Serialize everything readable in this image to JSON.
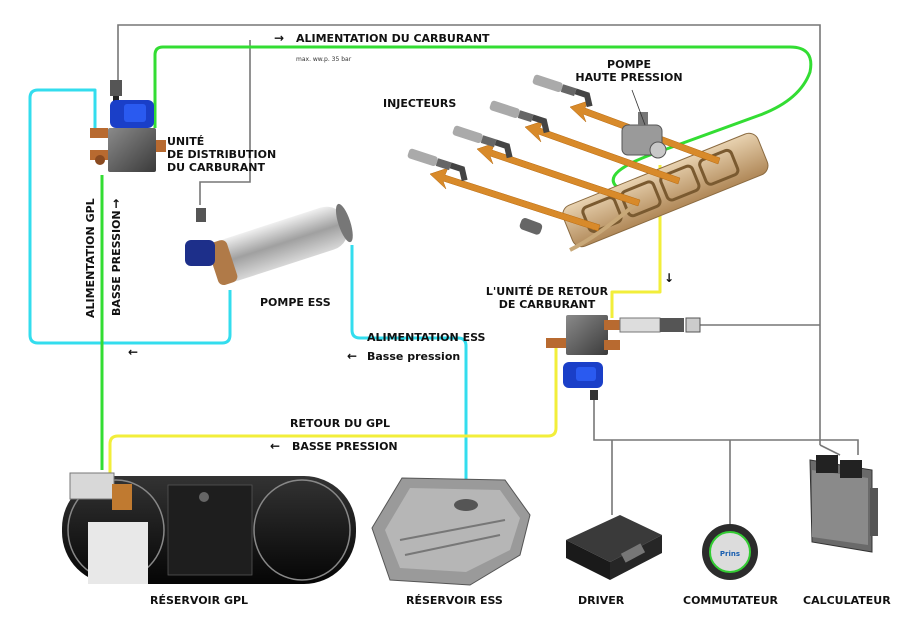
{
  "labels": {
    "alimentation_carburant": "ALIMENTATION DU CARBURANT",
    "max_pressure": "max. ww.p. 35 bar",
    "pompe_hp_line1": "POMPE",
    "pompe_hp_line2": "HAUTE PRESSION",
    "injecteurs": "INJECTEURS",
    "unite_distrib_line1": "UNITÉ",
    "unite_distrib_line2": "DE DISTRIBUTION",
    "unite_distrib_line3": "DU CARBURANT",
    "pompe_ess": "POMPE ESS",
    "alim_gpl": "ALIMENTATION GPL",
    "basse_pression_caps": "BASSE PRESSION",
    "unite_retour_line1": "L'UNITÉ DE RETOUR",
    "unite_retour_line2": "DE CARBURANT",
    "alim_ess": "ALIMENTATION ESS",
    "basse_pression": "Basse pression",
    "retour_gpl": "RETOUR DU GPL",
    "basse_pression_retour": "BASSE PRESSION",
    "reservoir_gpl": "RÉSERVOIR GPL",
    "reservoir_ess": "RÉSERVOIR ESS",
    "driver": "DRIVER",
    "commutateur": "COMMUTATEUR",
    "calculateur": "CALCULATEUR",
    "switch_brand": "Prins"
  },
  "arrows": {
    "right": "→",
    "left": "←",
    "up": "↑",
    "down": "↓"
  },
  "colors": {
    "gpl_line": "#33dd33",
    "ess_line": "#33ddee",
    "return_line": "#f2ee3a",
    "wire": "#777777",
    "injection_arrow": "#d88a2a"
  }
}
